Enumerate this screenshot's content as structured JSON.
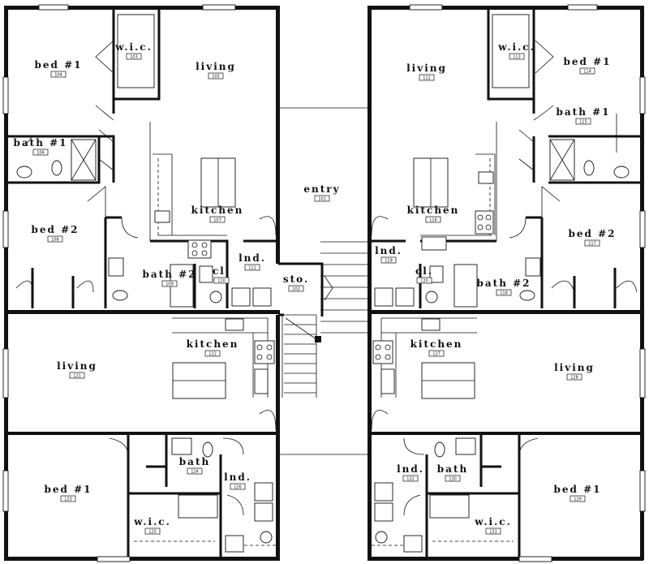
{
  "rooms": [
    {
      "id": "l-bed1",
      "name": "bed #1",
      "number": "104"
    },
    {
      "id": "l-wic",
      "name": "w.i.c.",
      "number": "103"
    },
    {
      "id": "l-living",
      "name": "living",
      "number": "105"
    },
    {
      "id": "l-bath1",
      "name": "bath #1",
      "number": "106"
    },
    {
      "id": "l-bed2",
      "name": "bed #2",
      "number": "108"
    },
    {
      "id": "l-kitchen",
      "name": "kitchen",
      "number": "107"
    },
    {
      "id": "l-bath2",
      "name": "bath #2",
      "number": "109"
    },
    {
      "id": "l-cl",
      "name": "cl.",
      "number": "110"
    },
    {
      "id": "l-lnd",
      "name": "lnd.",
      "number": "111"
    },
    {
      "id": "entry",
      "name": "entry",
      "number": "101"
    },
    {
      "id": "sto",
      "name": "sto.",
      "number": "102"
    },
    {
      "id": "r-living",
      "name": "living",
      "number": "112"
    },
    {
      "id": "r-wic",
      "name": "w.i.c.",
      "number": "113"
    },
    {
      "id": "r-bed1",
      "name": "bed #1",
      "number": "114"
    },
    {
      "id": "r-bath1",
      "name": "bath #1",
      "number": "115"
    },
    {
      "id": "r-kitchen",
      "name": "kitchen",
      "number": "116"
    },
    {
      "id": "r-bed2",
      "name": "bed #2",
      "number": "117"
    },
    {
      "id": "r-lnd",
      "name": "lnd.",
      "number": "119"
    },
    {
      "id": "r-cl",
      "name": "cl.",
      "number": "120"
    },
    {
      "id": "r-bath2",
      "name": "bath #2",
      "number": "118"
    },
    {
      "id": "ll-living",
      "name": "living",
      "number": "121"
    },
    {
      "id": "ll-kitchen",
      "name": "kitchen",
      "number": "122"
    },
    {
      "id": "ll-bed1",
      "name": "bed #1",
      "number": "123"
    },
    {
      "id": "ll-bath",
      "name": "bath",
      "number": "124"
    },
    {
      "id": "ll-wic",
      "name": "w.i.c.",
      "number": "125"
    },
    {
      "id": "ll-lnd",
      "name": "lnd.",
      "number": "126"
    },
    {
      "id": "lr-kitchen",
      "name": "kitchen",
      "number": "127"
    },
    {
      "id": "lr-living",
      "name": "living",
      "number": "128"
    },
    {
      "id": "lr-bath",
      "name": "bath",
      "number": "130"
    },
    {
      "id": "lr-lnd",
      "name": "lnd.",
      "number": "132"
    },
    {
      "id": "lr-bed1",
      "name": "bed #1",
      "number": "129"
    },
    {
      "id": "lr-wic",
      "name": "w.i.c.",
      "number": "131"
    }
  ]
}
